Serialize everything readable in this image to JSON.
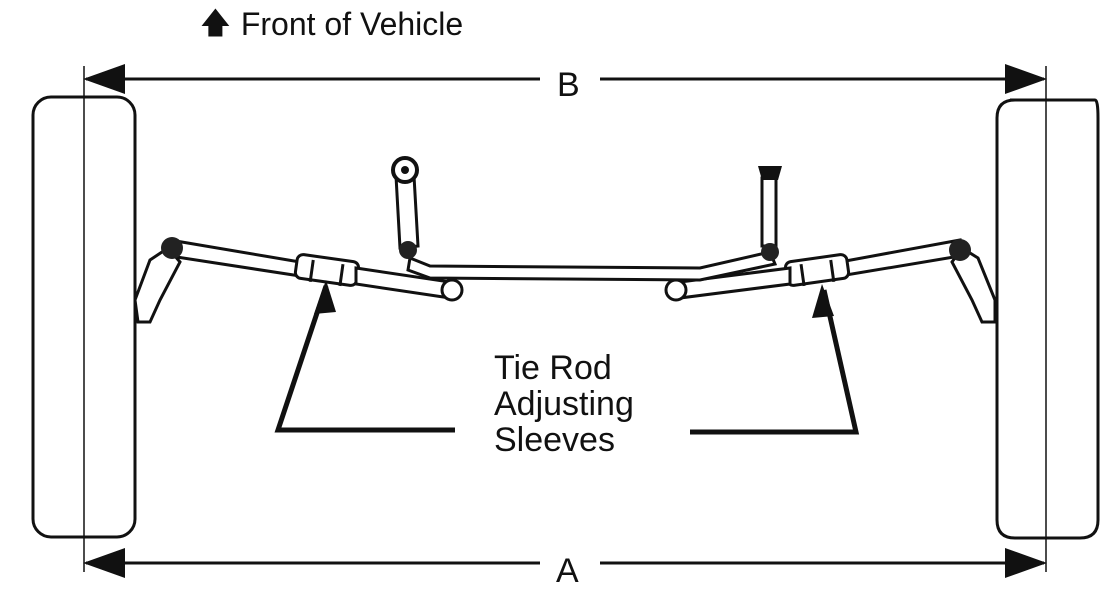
{
  "front_label": "Front of Vehicle",
  "dimension_b": "B",
  "dimension_a": "A",
  "callout": {
    "line1": "Tie Rod",
    "line2": "Adjusting",
    "line3": "Sleeves"
  },
  "icons": {
    "front_arrow": "up-arrow-icon"
  },
  "colors": {
    "ink": "#111111",
    "background": "#ffffff"
  }
}
